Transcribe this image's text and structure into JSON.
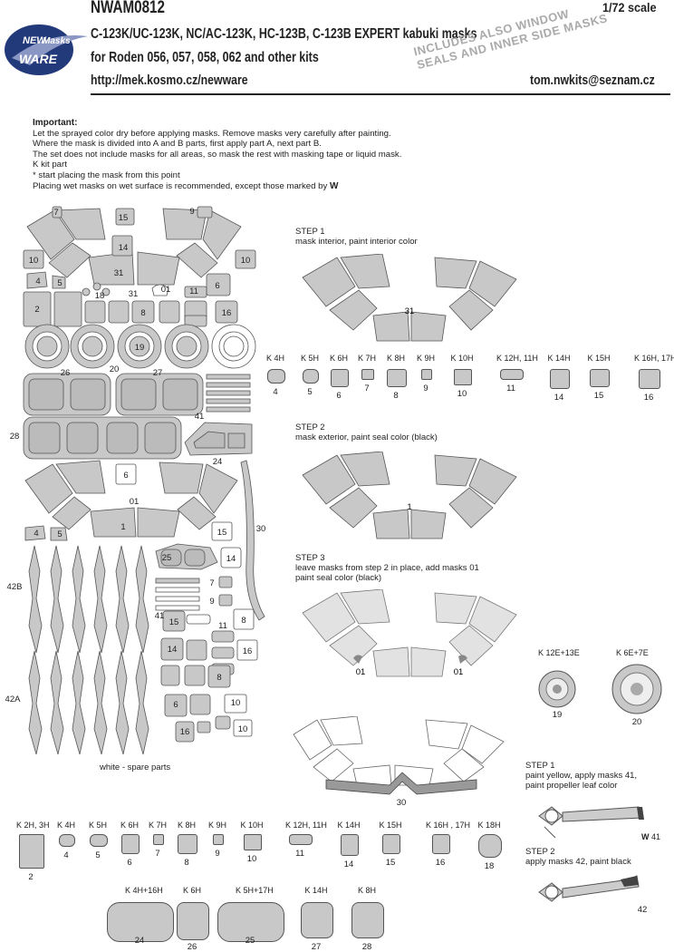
{
  "header": {
    "code": "NWAM0812",
    "scale": "1/72 scale",
    "title": "C-123K/UC-123K, NC/AC-123K, HC-123B, C-123B EXPERT kabuki masks",
    "subtitle": "for Roden 056, 057, 058, 062 and other kits",
    "url": "http://mek.kosmo.cz/newware",
    "email": "tom.nwkits@seznam.cz",
    "stamp_line1": "INCLUDES ALSO WINDOW",
    "stamp_line2": "SEALS AND INNER SIDE MASKS",
    "logo_line1": "NEW",
    "logo_line2": "Masks",
    "logo_line3": "WARE"
  },
  "important": {
    "title": "Important:",
    "lines": [
      "Let the sprayed color dry before applying masks. Remove masks very carefully after painting.",
      "Where the mask is divided into A and B parts, first apply part A, next part B.",
      "The set does not include masks for all areas, so mask the rest with masking tape or liquid mask.",
      "K kit part",
      "*  start placing the mask from this point",
      "Placing wet masks on wet surface is recommended, except those marked by"
    ],
    "wet_mark": "W"
  },
  "sheet": {
    "labels": [
      "7",
      "15",
      "9",
      "14",
      "10",
      "10",
      "31",
      "4",
      "5",
      "01",
      "6",
      "11",
      "2",
      "18",
      "31",
      "8",
      "16",
      "19",
      "26",
      "20",
      "27",
      "41",
      "28",
      "24",
      "6",
      "01",
      "1",
      "4",
      "5",
      "15",
      "30",
      "25",
      "14",
      "42B",
      "7",
      "9",
      "41",
      "8",
      "15",
      "11",
      "16",
      "14",
      "42A",
      "8",
      "10",
      "6",
      "16",
      "10"
    ],
    "spare_note": "white - spare parts"
  },
  "steps_cockpit": [
    {
      "title": "STEP 1",
      "text": "mask interior, paint interior color",
      "center_label": "31"
    },
    {
      "title": "STEP 2",
      "text": "mask exterior, paint seal color (black)",
      "center_label": "1"
    },
    {
      "title": "STEP 3",
      "text": "leave masks from step 2 in place, add masks 01",
      "text2": "paint seal color (black)",
      "label_left": "01",
      "label_right": "01"
    }
  ],
  "kit_row1": [
    {
      "k": "K 4H",
      "n": "4"
    },
    {
      "k": "K 5H",
      "n": "5"
    },
    {
      "k": "K 6H",
      "n": "6"
    },
    {
      "k": "K 7H",
      "n": "7"
    },
    {
      "k": "K 8H",
      "n": "8"
    },
    {
      "k": "K 9H",
      "n": "9"
    },
    {
      "k": "K  10H",
      "n": "10"
    },
    {
      "k": "K 12H, 11H",
      "n": "11"
    },
    {
      "k": "K 14H",
      "n": "14"
    },
    {
      "k": "K 15H",
      "n": "15"
    },
    {
      "k": "K 16H, 17H",
      "n": "16"
    }
  ],
  "wheels": [
    {
      "k": "K 12E+13E",
      "n": "19"
    },
    {
      "k": "K 6E+7E",
      "n": "20"
    }
  ],
  "window_row_label": "30",
  "prop_steps": [
    {
      "title": "STEP 1",
      "text": "paint yellow, apply masks 41,",
      "text2": "paint propeller leaf color",
      "label": "41",
      "wet": "W"
    },
    {
      "title": "STEP 2",
      "text": "apply masks 42, paint black",
      "label": "42"
    }
  ],
  "kit_row2": [
    {
      "k": "K 2H, 3H",
      "n": "2"
    },
    {
      "k": "K 4H",
      "n": "4"
    },
    {
      "k": "K 5H",
      "n": "5"
    },
    {
      "k": "K 6H",
      "n": "6"
    },
    {
      "k": "K 7H",
      "n": "7"
    },
    {
      "k": "K 8H",
      "n": "8"
    },
    {
      "k": "K  9H",
      "n": "9"
    },
    {
      "k": "K  10H",
      "n": "10"
    },
    {
      "k": "K 12H, 11H",
      "n": "11"
    },
    {
      "k": "K 14H",
      "n": "14"
    },
    {
      "k": "K 15H",
      "n": "15"
    },
    {
      "k": "K 16H , 17H",
      "n": "16"
    },
    {
      "k": "K 18H",
      "n": "18"
    }
  ],
  "kit_row3": [
    {
      "k": "K 4H+16H",
      "n": "24"
    },
    {
      "k": "K 6H",
      "n": "26"
    },
    {
      "k": "K 5H+17H",
      "n": "25"
    },
    {
      "k": "K 14H",
      "n": "27"
    },
    {
      "k": "K 8H",
      "n": "28"
    }
  ]
}
